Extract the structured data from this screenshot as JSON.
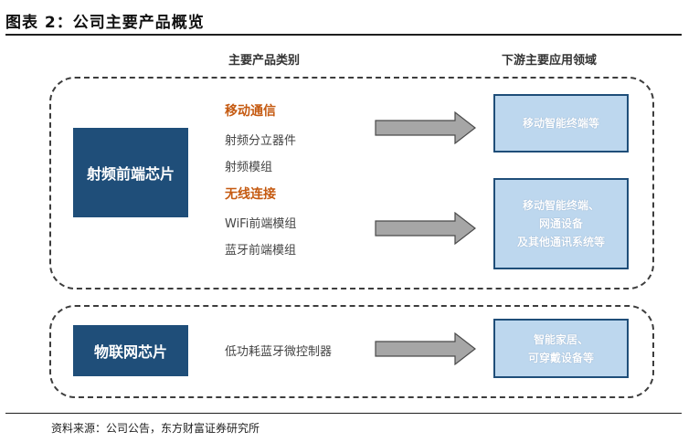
{
  "title": "图表 2：公司主要产品概览",
  "headers": {
    "products": "主要产品类别",
    "downstream": "下游主要应用领域"
  },
  "groups": [
    {
      "chip": "射频前端芯片",
      "categories": [
        {
          "name": "移动通信",
          "items": [
            "射频分立器件",
            "射频模组"
          ]
        },
        {
          "name": "无线连接",
          "items": [
            "WiFi前端模组",
            "蓝牙前端模组"
          ]
        }
      ],
      "applications": [
        [
          "移动智能终端等"
        ],
        [
          "移动智能终端、",
          "网通设备",
          "及其他通讯系统等"
        ]
      ]
    },
    {
      "chip": "物联网芯片",
      "items": [
        "低功耗蓝牙微控制器"
      ],
      "applications": [
        [
          "智能家居、",
          "可穿戴设备等"
        ]
      ]
    }
  ],
  "source": "资料来源：公司公告，东方财富证券研究所",
  "colors": {
    "chip_fill": "#1f4e79",
    "app_fill": "#bdd7ee",
    "category_text": "#c55a11",
    "arrow_fill": "#a6a6a6"
  }
}
